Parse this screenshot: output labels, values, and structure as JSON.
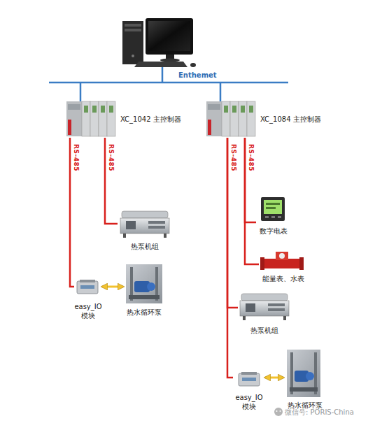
{
  "diagram": {
    "nodes": [
      {
        "text": [
          "XC_1042 主控制器"
        ]
      },
      {
        "text": [
          "XC_1084 主控制器"
        ]
      },
      {
        "text": [
          "热泵机组"
        ]
      },
      {
        "text": [
          "数字电表"
        ]
      },
      {
        "text": [
          "能量表、水表"
        ]
      },
      {
        "text": [
          "easy_IO 模块"
        ]
      },
      {
        "text": [
          "热水循环泵"
        ]
      },
      {
        "text": [
          "热泵机组"
        ]
      },
      {
        "text": [
          "easy_IO 模块"
        ]
      },
      {
        "text": [
          "热水循环泵"
        ]
      }
    ],
    "edges": [
      {
        "from": 0,
        "to": 5,
        "label": "RS-485",
        "arrow": "none"
      },
      {
        "from": 0,
        "to": 2,
        "label": "RS-485",
        "arrow": "none"
      },
      {
        "from": 1,
        "to": 7,
        "label": "RS-485",
        "arrow": "none"
      },
      {
        "from": 1,
        "to": 8,
        "arrow": "none"
      },
      {
        "from": 1,
        "to": 3,
        "label": "RS-485",
        "arrow": "none"
      },
      {
        "from": 1,
        "to": 4,
        "arrow": "none"
      },
      {
        "from": 5,
        "to": 6,
        "arrow": "both"
      },
      {
        "from": 8,
        "to": 9,
        "arrow": "both"
      }
    ],
    "labels": [
      "Enthemet",
      "微信号: PORIS-China"
    ]
  }
}
